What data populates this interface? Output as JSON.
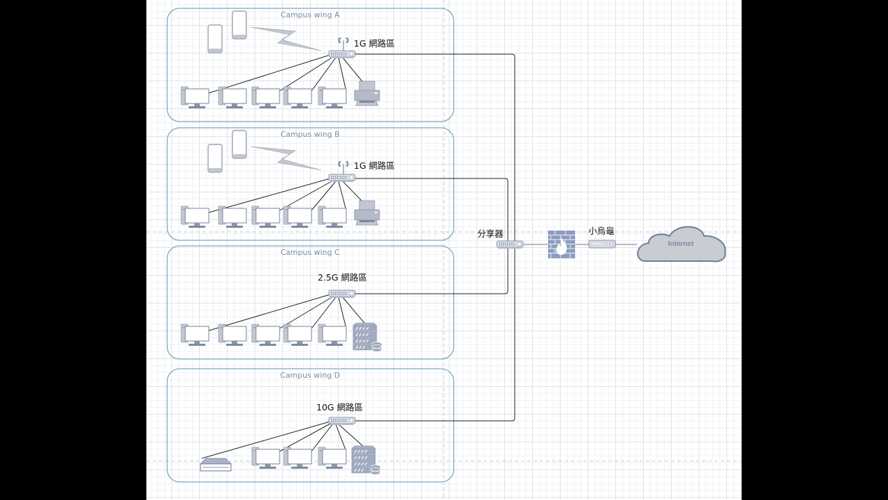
{
  "diagram": {
    "wings": [
      {
        "id": "A",
        "title": "Campus wing A",
        "zone_label": "1G 網路區",
        "wireless": true,
        "devices": [
          "workstation",
          "workstation",
          "workstation",
          "workstation",
          "workstation",
          "printer"
        ]
      },
      {
        "id": "B",
        "title": "Campus wing B",
        "zone_label": "1G 網路區",
        "wireless": true,
        "devices": [
          "workstation",
          "workstation",
          "workstation",
          "workstation",
          "workstation",
          "printer"
        ]
      },
      {
        "id": "C",
        "title": "Campus wing C",
        "zone_label": "2.5G 網路區",
        "wireless": false,
        "devices": [
          "workstation",
          "workstation",
          "workstation",
          "workstation",
          "workstation",
          "storage-server"
        ]
      },
      {
        "id": "D",
        "title": "Campus wing D",
        "zone_label": "10G 網路區",
        "wireless": false,
        "devices": [
          "nas",
          "workstation",
          "workstation",
          "workstation",
          "storage-server"
        ]
      }
    ],
    "core": {
      "hub_label": "分享器",
      "firewall_icon": "firewall-icon",
      "modem_label": "小烏龜",
      "cloud_label": "Internet"
    },
    "colors": {
      "wing_border": "#7fa8bf",
      "device_fill": "#c3c7d2",
      "device_stroke": "#7d8aa3",
      "firewall_fill": "#8e9cc0",
      "cloud_fill": "#c9ccd3",
      "cloud_stroke": "#6d7d9c",
      "link": "#222222"
    }
  }
}
